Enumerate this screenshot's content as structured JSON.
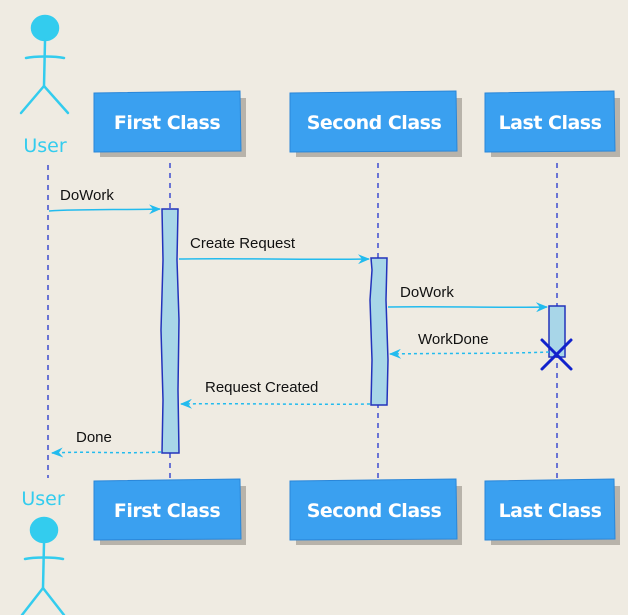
{
  "diagram": {
    "actor": {
      "name": "User"
    },
    "participants": [
      {
        "id": "first",
        "name": "First Class"
      },
      {
        "id": "second",
        "name": "Second Class"
      },
      {
        "id": "last",
        "name": "Last Class"
      }
    ],
    "messages": [
      {
        "id": "m1",
        "label": "DoWork",
        "from": "User",
        "to": "First Class",
        "style": "solid"
      },
      {
        "id": "m2",
        "label": "Create Request",
        "from": "First Class",
        "to": "Second Class",
        "style": "solid"
      },
      {
        "id": "m3",
        "label": "DoWork",
        "from": "Second Class",
        "to": "Last Class",
        "style": "solid"
      },
      {
        "id": "m4",
        "label": "WorkDone",
        "from": "Last Class",
        "to": "Second Class",
        "style": "dashed"
      },
      {
        "id": "m5",
        "label": "Request Created",
        "from": "Second Class",
        "to": "First Class",
        "style": "dashed"
      },
      {
        "id": "m6",
        "label": "Done",
        "from": "First Class",
        "to": "User",
        "style": "dashed"
      }
    ],
    "destroyed": "Last Class",
    "colors": {
      "background": "#efebe2",
      "participant_fill": "#3aa0f0",
      "participant_shadow": "#b8b3aa",
      "participant_text": "#ffffff",
      "actor": "#33ccee",
      "lifeline": "#2233cc",
      "arrow": "#22bbee",
      "activation_fill": "#a8d6e8",
      "activation_border": "#2233bb",
      "destroy_mark": "#1122cc"
    }
  }
}
